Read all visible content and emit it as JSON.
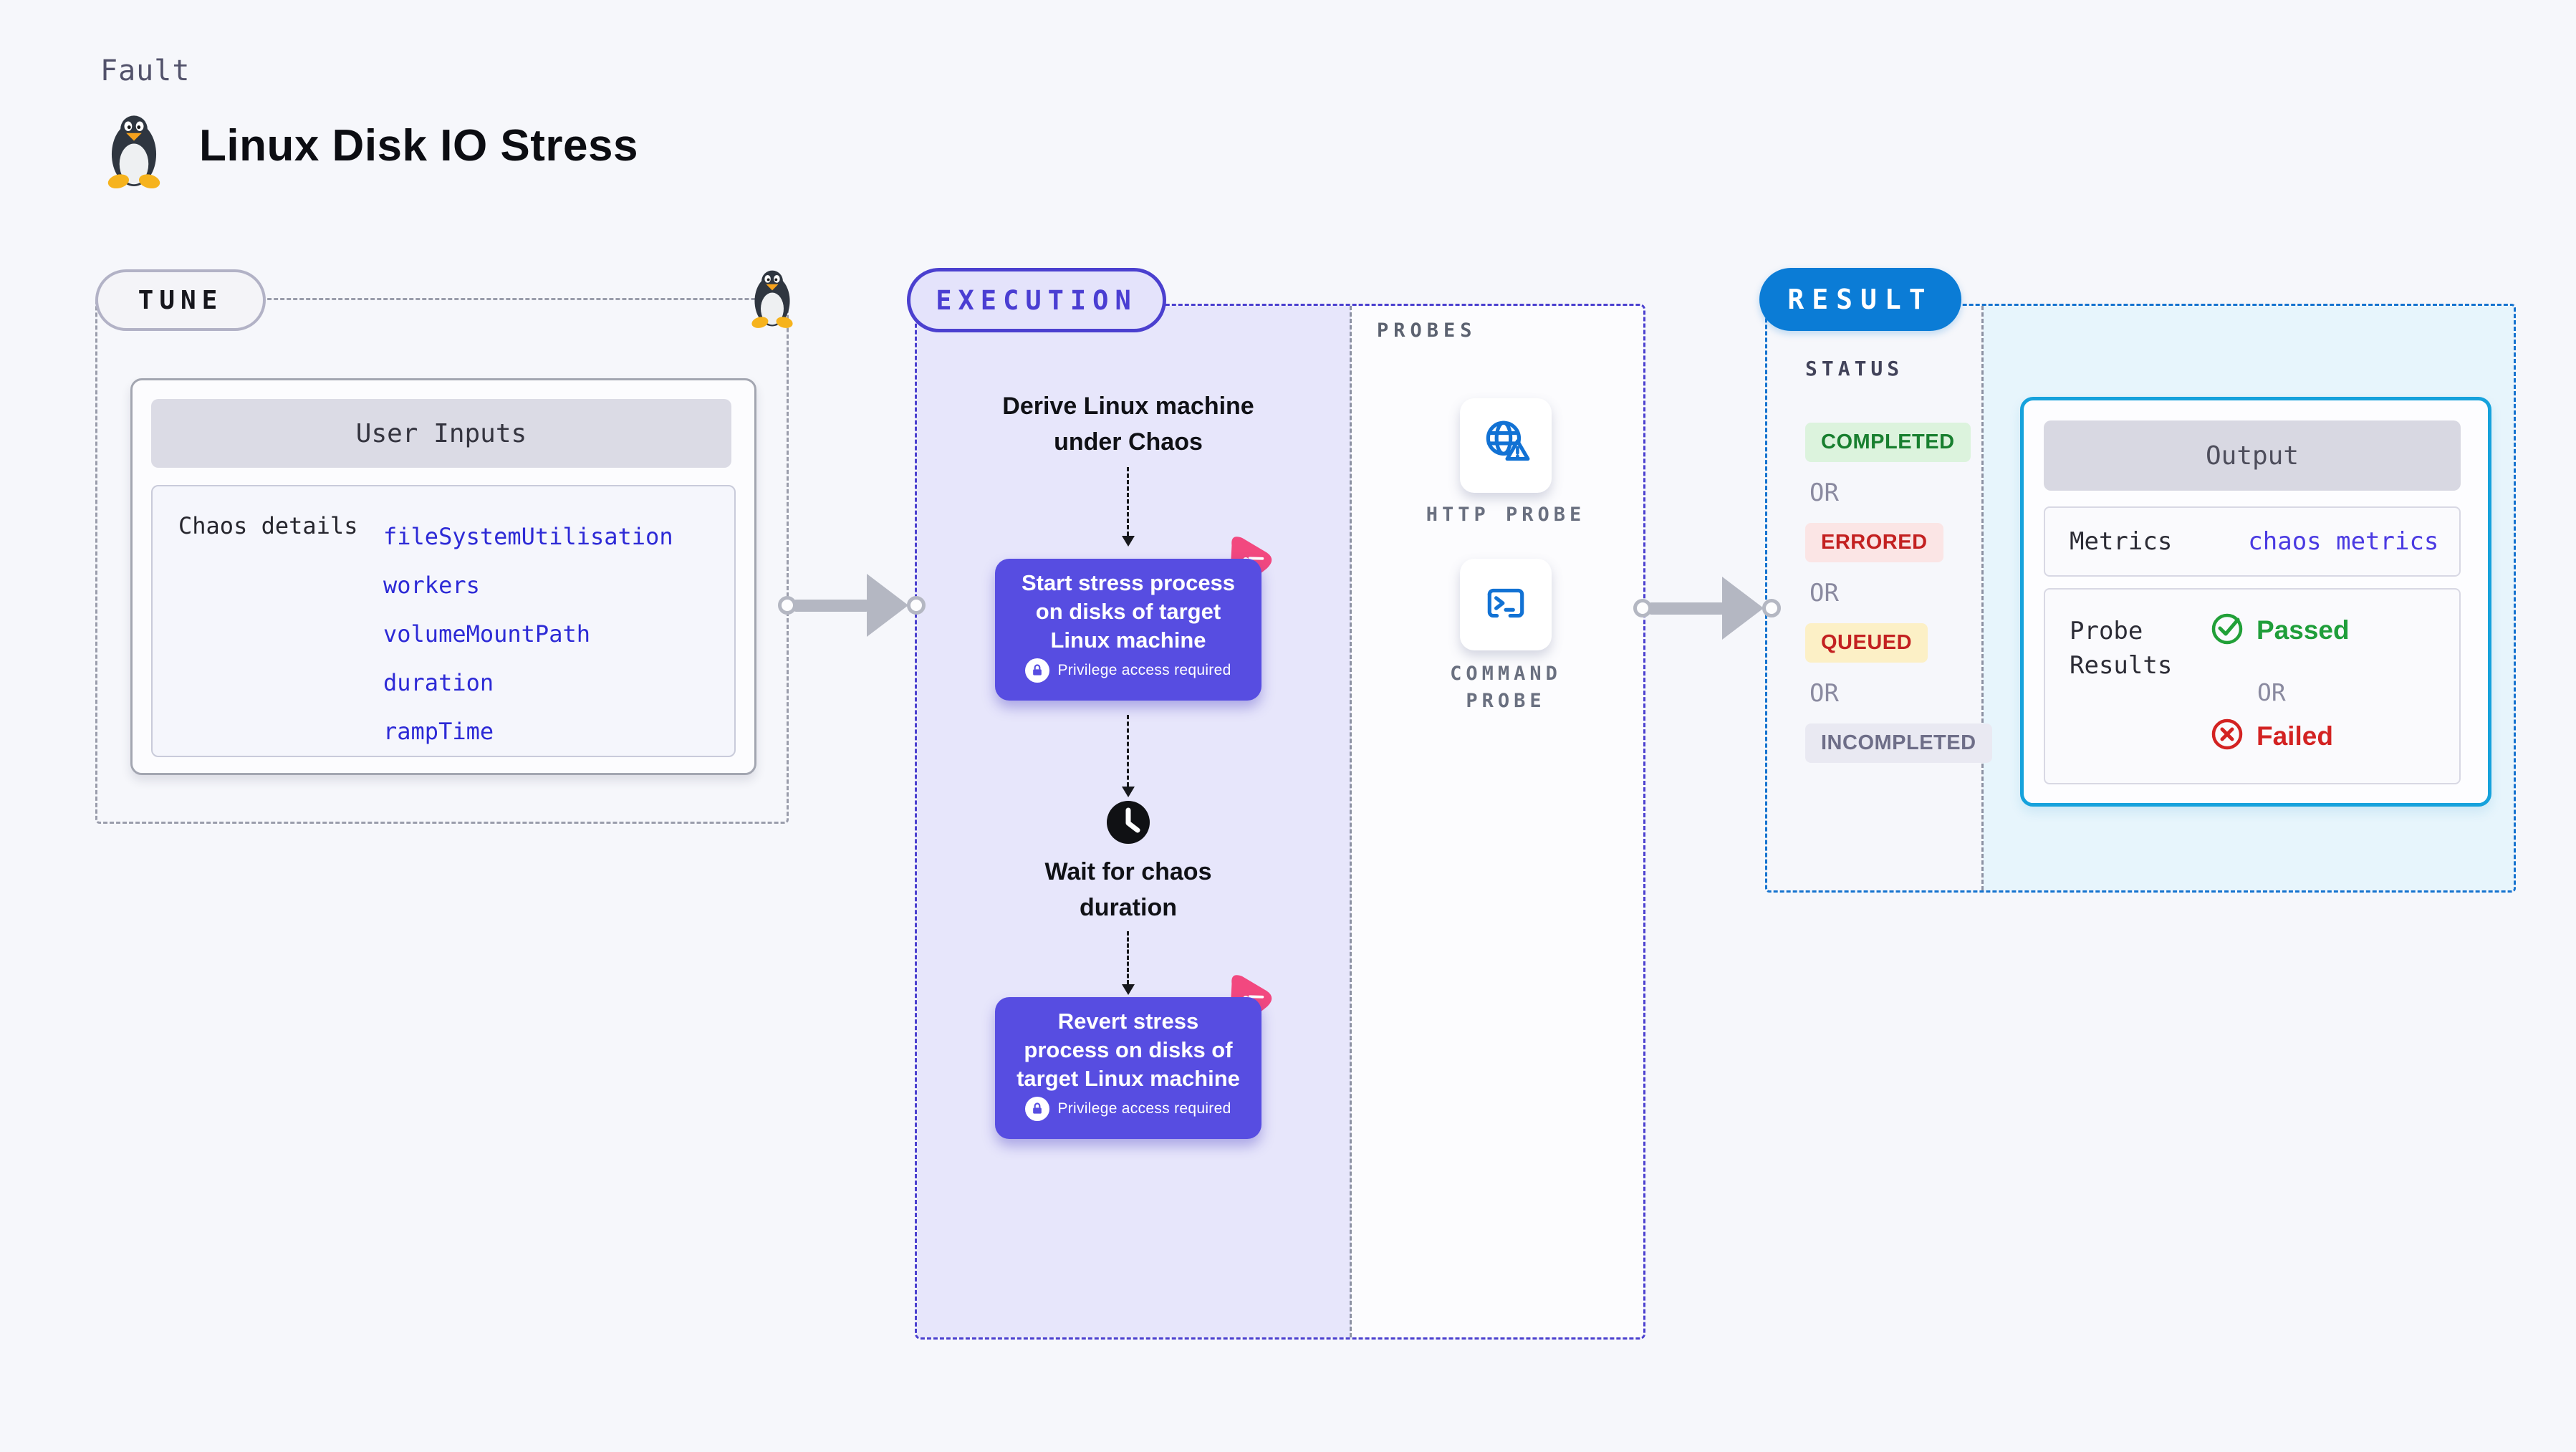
{
  "header": {
    "fault_label": "Fault",
    "title": "Linux Disk IO Stress"
  },
  "tune": {
    "badge": "TUNE",
    "card_title": "User Inputs",
    "row_label": "Chaos details",
    "params": [
      "fileSystemUtilisation",
      "workers",
      "volumeMountPath",
      "duration",
      "rampTime"
    ]
  },
  "execution": {
    "badge": "EXECUTION",
    "probes_label": "PROBES",
    "derive": "Derive Linux machine\nunder Chaos",
    "wait": "Wait for chaos\nduration",
    "node1": {
      "text": "Start stress process\non disks of target\nLinux machine",
      "privilege": "Privilege access required"
    },
    "node2": {
      "text": "Revert stress\nprocess on disks of\ntarget Linux machine",
      "privilege": "Privilege access required"
    },
    "probes": [
      {
        "label": "HTTP PROBE"
      },
      {
        "label": "COMMAND\nPROBE"
      }
    ]
  },
  "result": {
    "badge": "RESULT",
    "status_label": "STATUS",
    "or": "OR",
    "statuses": [
      {
        "label": "COMPLETED",
        "fg": "#187f2f",
        "bg": "#dcf3dd"
      },
      {
        "label": "ERRORED",
        "fg": "#c32121",
        "bg": "#fbe5e5"
      },
      {
        "label": "QUEUED",
        "fg": "#c32121",
        "bg": "#fcf0c6"
      },
      {
        "label": "INCOMPLETED",
        "fg": "#6e6e88",
        "bg": "#e9e9f2"
      }
    ],
    "output": {
      "title": "Output",
      "metrics_label": "Metrics",
      "metrics_value": "chaos metrics",
      "probe_results_label": "Probe\nResults",
      "passed": "Passed",
      "or": "OR",
      "failed": "Failed"
    }
  },
  "colors": {
    "page_bg": "#f6f7fb",
    "tune_border": "#9a9dab",
    "execution_accent": "#4b40cf",
    "execution_bg": "#e7e6fb",
    "node_purple": "#574de1",
    "chaos_badge_pink": "#f2487f",
    "probe_icon_blue": "#1272d4",
    "result_accent": "#0b7cd6",
    "output_border": "#16a2dc",
    "param_link_blue": "#2d2ad6",
    "passed_green": "#1f9e3a",
    "failed_red": "#d32222",
    "arrow_gray": "#b4b7c2"
  }
}
